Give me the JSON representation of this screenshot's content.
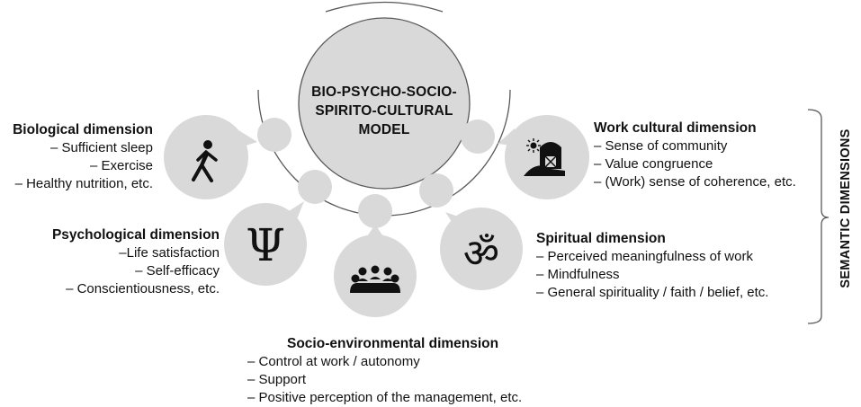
{
  "model_title": [
    "BIO-PSYCHO-SOCIO-",
    "SPIRITO-CULTURAL",
    "MODEL"
  ],
  "side_label": "SEMANTIC DIMENSIONS",
  "dimensions": {
    "biological": {
      "title": "Biological dimension",
      "items": [
        "– Sufficient sleep",
        "– Exercise",
        "– Healthy nutrition, etc."
      ],
      "icon": "walking-person-icon"
    },
    "psychological": {
      "title": "Psychological dimension",
      "items": [
        "–Life satisfaction",
        "– Self-efficacy",
        "– Conscientiousness, etc."
      ],
      "icon": "psi-icon",
      "symbol": "Ψ"
    },
    "socio_environmental": {
      "title": "Socio-environmental dimension",
      "items": [
        "– Control at work / autonomy",
        "– Support",
        "– Positive perception of the management, etc."
      ],
      "icon": "group-meeting-icon"
    },
    "spiritual": {
      "title": "Spiritual dimension",
      "items": [
        "– Perceived meaningfulness of work",
        "– Mindfulness",
        "– General spirituality / faith / belief, etc."
      ],
      "icon": "om-icon",
      "symbol": "ॐ"
    },
    "work_cultural": {
      "title": "Work cultural dimension",
      "items": [
        "– Sense of community",
        "– Value congruence",
        "– (Work) sense of coherence, etc."
      ],
      "icon": "barn-sun-icon"
    }
  },
  "colors": {
    "circle_fill": "#d9d9d9",
    "stroke": "#595959",
    "text": "#111111"
  }
}
